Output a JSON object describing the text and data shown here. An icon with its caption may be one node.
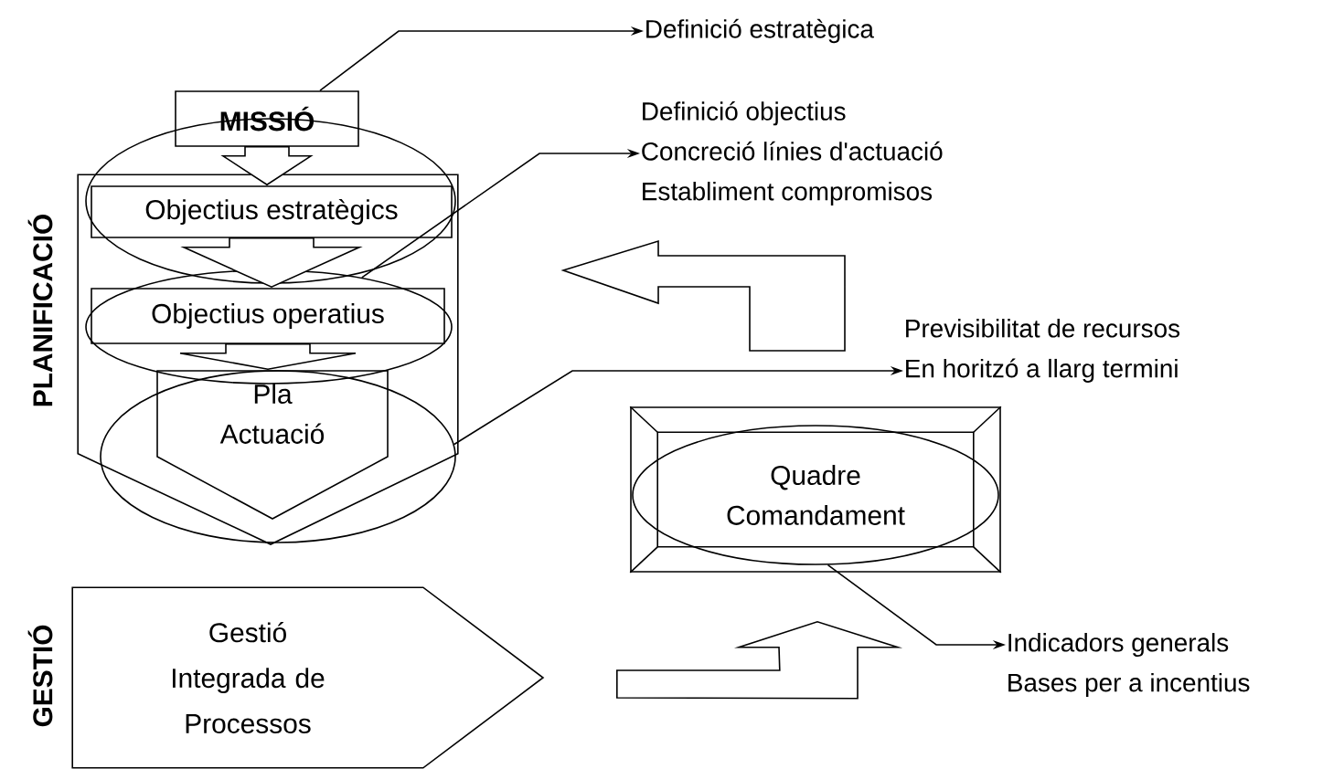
{
  "diagram": {
    "nodes": [
      {
        "text": [
          "MISSIÓ"
        ]
      },
      {
        "text": [],
        "shape": "box",
        "beside": [
          "PLANIFICACIÓ"
        ]
      },
      {
        "text": [
          "Objectius estratègics"
        ],
        "in": 1
      },
      {
        "text": [],
        "shape": "ellipse",
        "in": 1
      },
      {
        "text": [
          "Objectius operatius"
        ],
        "in": 3
      },
      {
        "text": [],
        "shape": "ellipse",
        "in": 1
      },
      {
        "text": [
          "Pla Actuació"
        ],
        "in": 5
      },
      {
        "text": [
          "Definició estratègica"
        ]
      },
      {
        "text": [
          "Definició objectius",
          "Concreció línies d'actuació",
          "Establiment compromisos"
        ]
      },
      {
        "text": [
          "Previsibilitat de recursos",
          "En horitzó a llarg termini"
        ]
      },
      {
        "text": [],
        "shape": "box"
      },
      {
        "text": [
          "Quadre Comandament"
        ],
        "in": 10
      },
      {
        "text": [
          "Indicadors generals",
          "Bases per a incentius"
        ]
      },
      {
        "text": [
          "Gestió Integrada de Processos"
        ],
        "beside": [
          "GESTIÓ"
        ]
      }
    ],
    "edges": [
      {
        "from": 0,
        "to": 2,
        "arrow": "to"
      },
      {
        "from": 2,
        "to": 4,
        "arrow": "to"
      },
      {
        "from": 4,
        "to": 6,
        "arrow": "to"
      },
      {
        "from": 0,
        "to": 7,
        "arrow": "to"
      },
      {
        "from": 3,
        "to": 8,
        "arrow": "to"
      },
      {
        "from": 5,
        "to": 9,
        "arrow": "to"
      },
      {
        "from": 11,
        "to": 12,
        "arrow": "to"
      },
      {
        "from": 13,
        "to": 10,
        "arrow": "to"
      }
    ]
  }
}
